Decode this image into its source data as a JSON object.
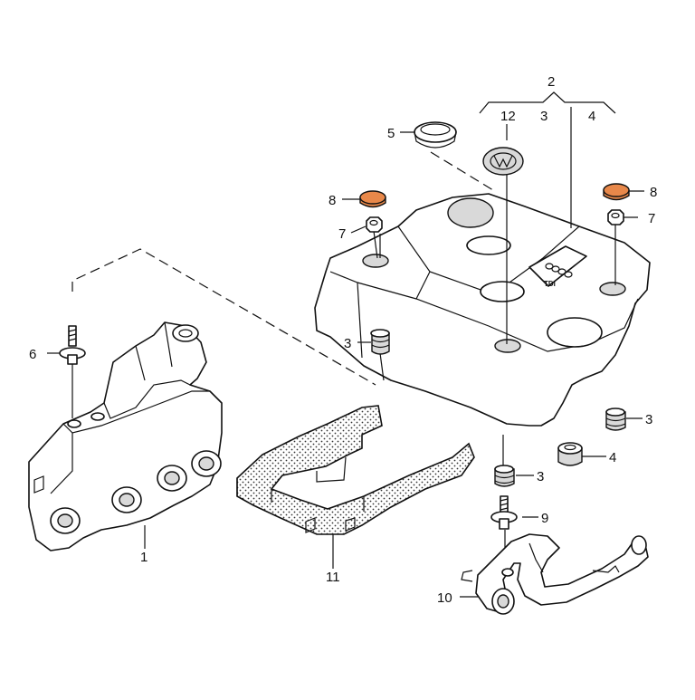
{
  "colors": {
    "highlight": "#E8884A",
    "line": "#111111",
    "background": "#FFFFFF"
  },
  "callouts": [
    {
      "id": "c1",
      "label": "1"
    },
    {
      "id": "c2",
      "label": "2"
    },
    {
      "id": "c3a",
      "label": "3"
    },
    {
      "id": "c3b",
      "label": "3"
    },
    {
      "id": "c3c",
      "label": "3"
    },
    {
      "id": "c3d",
      "label": "3"
    },
    {
      "id": "c4a",
      "label": "4"
    },
    {
      "id": "c4b",
      "label": "4"
    },
    {
      "id": "c5",
      "label": "5"
    },
    {
      "id": "c6",
      "label": "6"
    },
    {
      "id": "c7a",
      "label": "7"
    },
    {
      "id": "c7b",
      "label": "7"
    },
    {
      "id": "c8a",
      "label": "8"
    },
    {
      "id": "c8b",
      "label": "8"
    },
    {
      "id": "c9",
      "label": "9"
    },
    {
      "id": "c10",
      "label": "10"
    },
    {
      "id": "c11",
      "label": "11"
    },
    {
      "id": "c12",
      "label": "12"
    }
  ],
  "cover_badge": "TDI"
}
